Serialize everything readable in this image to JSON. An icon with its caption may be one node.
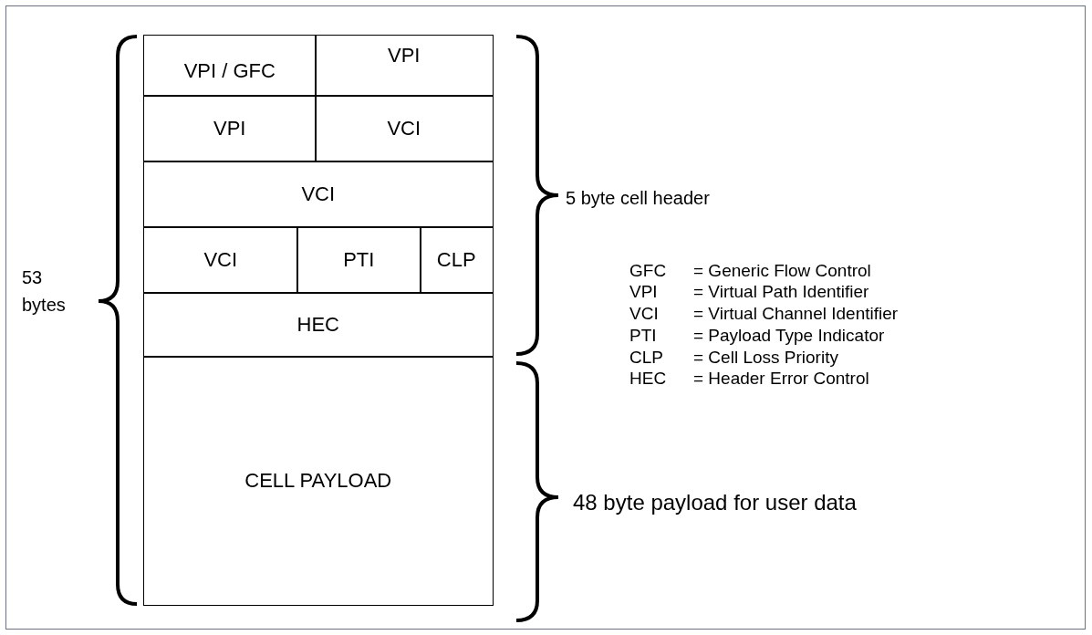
{
  "diagram": {
    "nodes": [
      {
        "text": [
          "VPI / GFC"
        ]
      },
      {
        "text": [
          "VPI"
        ]
      },
      {
        "text": [
          "VPI"
        ]
      },
      {
        "text": [
          "VCI"
        ]
      },
      {
        "text": [
          "VCI"
        ]
      },
      {
        "text": [
          "VCI"
        ]
      },
      {
        "text": [
          "PTI"
        ]
      },
      {
        "text": [
          "CLP"
        ]
      },
      {
        "text": [
          "HEC"
        ]
      },
      {
        "text": [
          "CELL PAYLOAD"
        ]
      }
    ],
    "labels": [
      "5 byte cell header",
      "GFC",
      "= Generic Flow Control",
      "VPI",
      "= Virtual Path Identifier",
      "VCI",
      "= Virtual Channel Identifier",
      "53 bytes",
      "PTI",
      "= Payload Type Indicator",
      "CLP",
      "= Cell Loss Priority",
      "HEC",
      "= Header Error Control",
      "48 byte payload for user data"
    ]
  }
}
